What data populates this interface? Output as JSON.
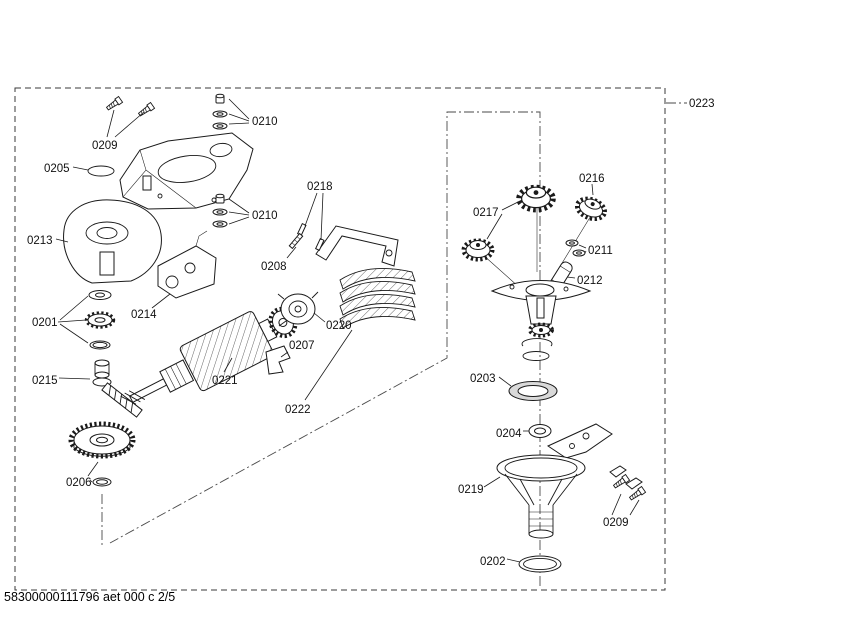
{
  "drawing": {
    "caption": "58300000111796 aet 000 c 2/5",
    "labels": {
      "p0201": "0201",
      "p0202": "0202",
      "p0203": "0203",
      "p0204": "0204",
      "p0205": "0205",
      "p0206": "0206",
      "p0207": "0207",
      "p0208": "0208",
      "p0209_top": "0209",
      "p0209_right": "0209",
      "p0210_upper": "0210",
      "p0210_lower": "0210",
      "p0211": "0211",
      "p0212": "0212",
      "p0213": "0213",
      "p0214": "0214",
      "p0215": "0215",
      "p0216": "0216",
      "p0217": "0217",
      "p0218": "0218",
      "p0219": "0219",
      "p0220": "0220",
      "p0221": "0221",
      "p0222": "0222",
      "p0223": "0223"
    },
    "colors": {
      "line": "#1a1a1a",
      "background": "#ffffff"
    }
  }
}
